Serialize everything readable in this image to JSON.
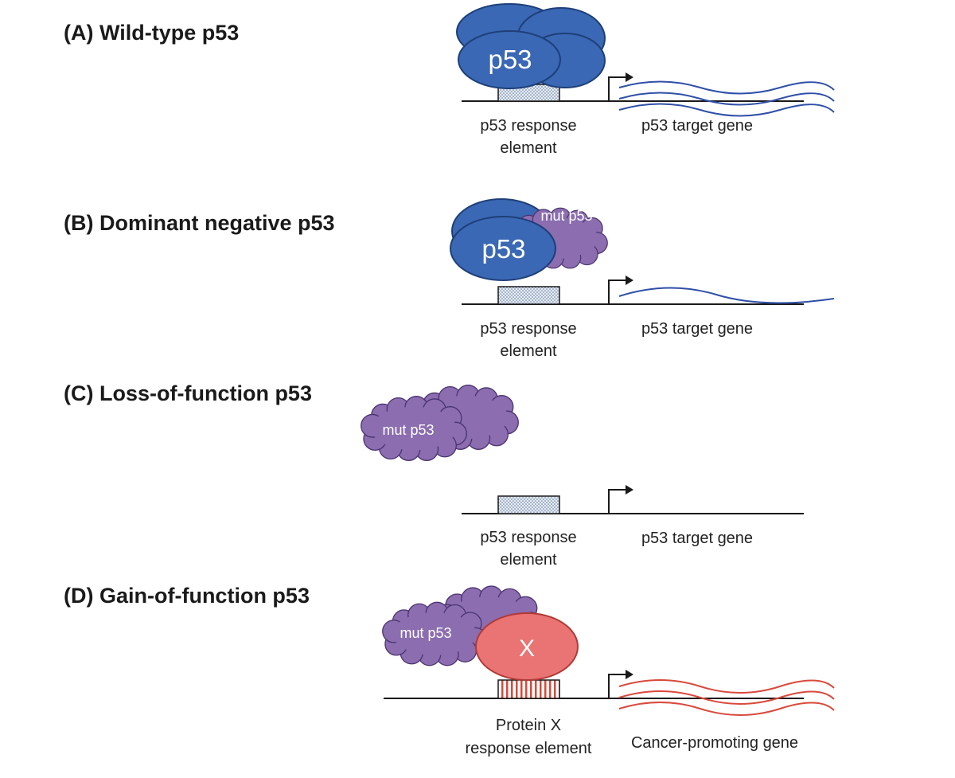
{
  "colors": {
    "wildtype_p53": "#3a68b4",
    "mutant_p53": "#8b6db0",
    "protein_x": "#ea7373",
    "normal_transcript": "#2f4fa8",
    "cancer_transcript": "#d9493b",
    "response_element_fill": "#dfe7f3",
    "protein_x_element_stripe": "#d9493b"
  },
  "panels": [
    {
      "title": "(A) Wild-type p53",
      "protein_labels": [
        "p53"
      ],
      "response_element_label": [
        "p53 response",
        "element"
      ],
      "gene_label": "p53 target gene"
    },
    {
      "title": "(B) Dominant negative p53",
      "protein_labels": [
        "p53",
        "mut p53"
      ],
      "response_element_label": [
        "p53 response",
        "element"
      ],
      "gene_label": "p53 target gene"
    },
    {
      "title": "(C) Loss-of-function p53",
      "protein_labels": [
        "mut p53"
      ],
      "response_element_label": [
        "p53 response",
        "element"
      ],
      "gene_label": "p53 target gene"
    },
    {
      "title": "(D) Gain-of-function p53",
      "protein_labels": [
        "mut p53",
        "X"
      ],
      "response_element_label": [
        "Protein X",
        "response element"
      ],
      "gene_label": "Cancer-promoting gene"
    }
  ]
}
